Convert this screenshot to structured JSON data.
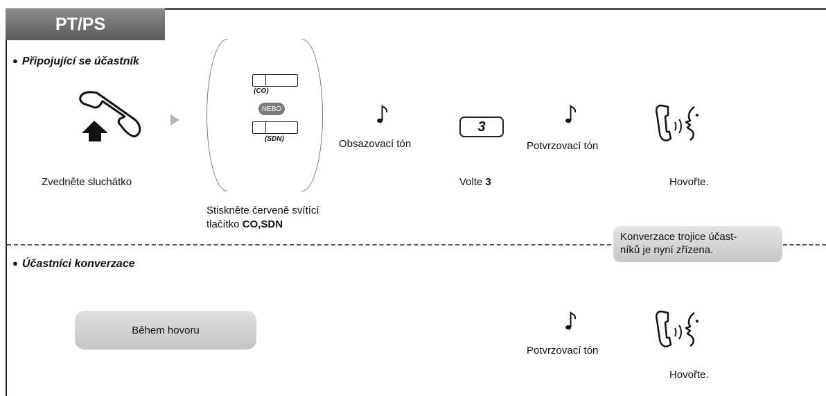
{
  "header": {
    "partial_heading": "...",
    "tab_label": "PT/PS"
  },
  "sections": {
    "joining": {
      "title": "Připojující se účastník",
      "steps": {
        "lift_handset": "Zvedněte sluchátko",
        "press_button_line1": "Stiskněte červeně svítící",
        "press_button_line2_prefix": "tlačítko ",
        "press_button_line2_bold": "CO,SDN",
        "co_label": "(CO)",
        "or_label": "NEBO",
        "sdn_label": "(SDN)",
        "busy_tone": "Obsazovací tón",
        "dial_key": "3",
        "dial_prefix": "Volte ",
        "dial_bold": "3",
        "confirm_tone": "Potvrzovací tón",
        "talk": "Hovořte."
      }
    },
    "established_note": {
      "line1": "Konverzace trojice účast-",
      "line2": "níků je nyní zřízena."
    },
    "participants": {
      "title": "Účastníci konverzace",
      "steps": {
        "during_call": "Během hovoru",
        "confirm_tone": "Potvrzovací tón",
        "talk": "Hovořte."
      }
    }
  },
  "icons": [
    "handset-lift-icon",
    "arrow-right-icon",
    "music-note-icon",
    "talking-person-icon"
  ]
}
